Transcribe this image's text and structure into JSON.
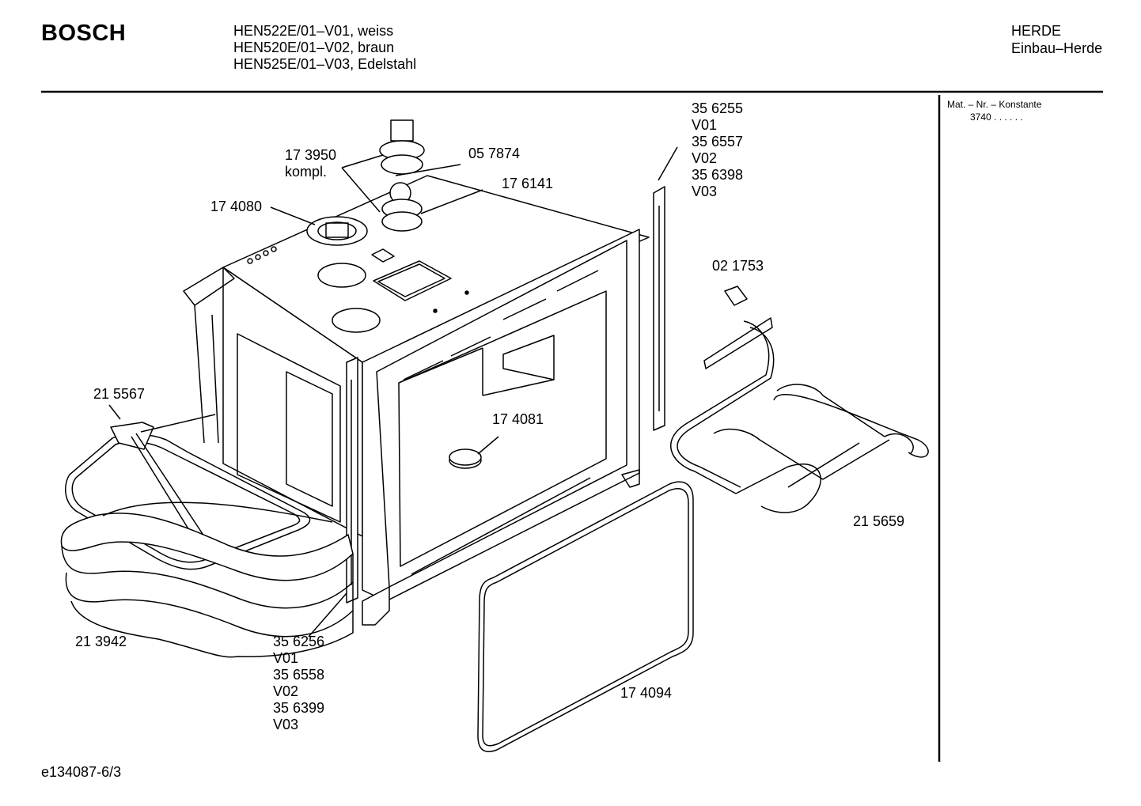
{
  "header": {
    "brand": "BOSCH",
    "models": [
      "HEN522E/01–V01, weiss",
      "HEN520E/01–V02, braun",
      "HEN525E/01–V03, Edelstahl"
    ],
    "category": "HERDE",
    "subcategory": "Einbau–Herde"
  },
  "side_panel": {
    "constant_label": "Mat. – Nr. – Konstante",
    "constant_value": "3740 . .   . . . ."
  },
  "parts": {
    "thermostat_kit": [
      "17 3950",
      "kompl."
    ],
    "knob_part": "05 7874",
    "lamp_part": "17 6141",
    "lamp_plate": "17 4080",
    "rail_right": [
      "35 6255",
      "V01",
      "35 6557",
      "V02",
      "35 6398",
      "V03"
    ],
    "clip": "02 1753",
    "top_heater": "21 5659",
    "bottom_heater": "21 5567",
    "lamp_cover": "17 4081",
    "insulation": "21 3942",
    "rail_left": [
      "35 6256",
      "V01",
      "35 6558",
      "V02",
      "35 6399",
      "V03"
    ],
    "door_seal": "17 4094"
  },
  "footer": {
    "drawing_id": "e134087-6/3"
  }
}
